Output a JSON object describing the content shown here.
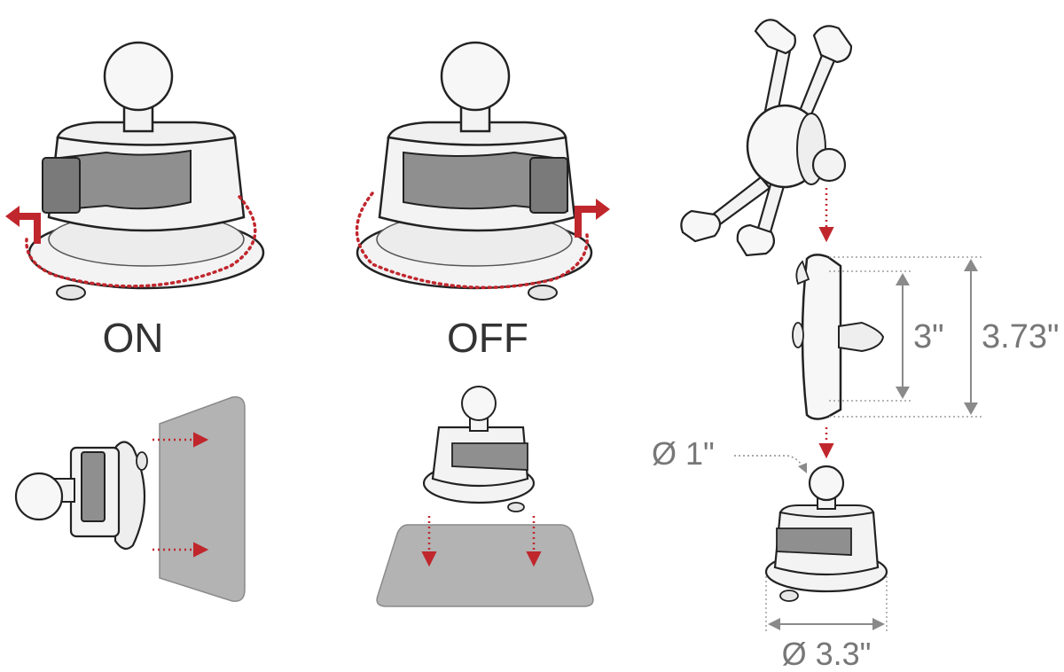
{
  "labels": {
    "on": "ON",
    "off": "OFF"
  },
  "dimensions": {
    "cradle_inner_height": "3\"",
    "cradle_outer_height": "3.73\"",
    "ball_diameter": "Ø 1\"",
    "base_diameter": "Ø 3.3\""
  },
  "colors": {
    "outline": "#222222",
    "fill_light": "#f3f3f3",
    "fill_mid": "#e6e6e6",
    "lever": "#8f8f8f",
    "lever_dark": "#7a7a7a",
    "surface": "#b3b3b3",
    "accent_red": "#c0272d",
    "dimension_gray": "#8a8a8a"
  }
}
